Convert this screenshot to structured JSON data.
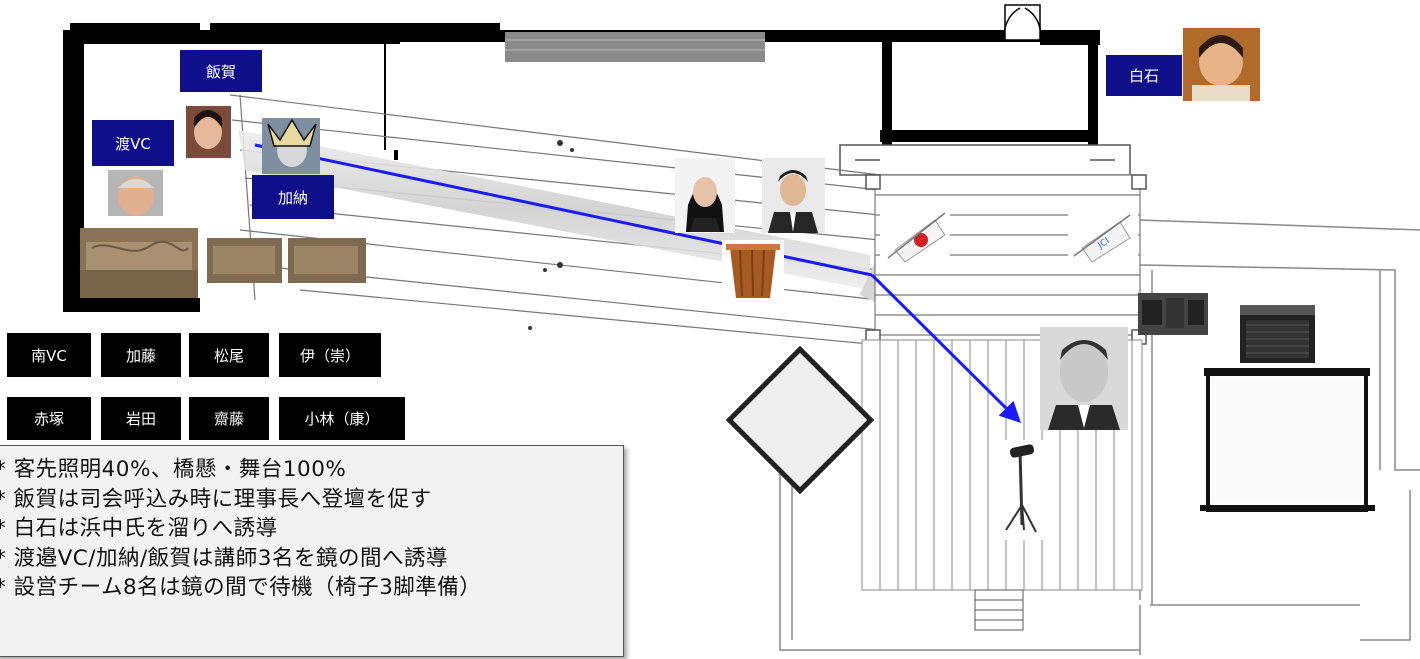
{
  "labels": {
    "iiga": "飯賀",
    "watari": "渡VC",
    "kanou": "加納",
    "shiraishi": "白石"
  },
  "staff_row1": [
    "南VC",
    "加藤",
    "松尾",
    "伊（崇）"
  ],
  "staff_row2": [
    "赤塚",
    "岩田",
    "齋藤",
    "小林（康）"
  ],
  "notes": [
    "* 客先照明40%、橋懸・舞台100%",
    "* 飯賀は司会呼込み時に理事長へ登壇を促す",
    "* 白石は浜中氏を溜りへ誘導",
    "* 渡邉VC/加納/飯賀は講師3名を鏡の間へ誘導",
    "* 設営チーム8名は鏡の間で待機（椅子3脚準備）"
  ],
  "colors": {
    "label_bg": "#0f0f8c",
    "staff_bg": "#000000",
    "route_arrow": "#1a1aff",
    "wall": "#000000"
  },
  "icons": [
    "microphone-stand-icon",
    "podium-icon",
    "speaker-amp-icon",
    "projector-screen-icon",
    "flag-icon",
    "sofa-icon",
    "portrait-photo-icon",
    "light-panel-icon"
  ]
}
